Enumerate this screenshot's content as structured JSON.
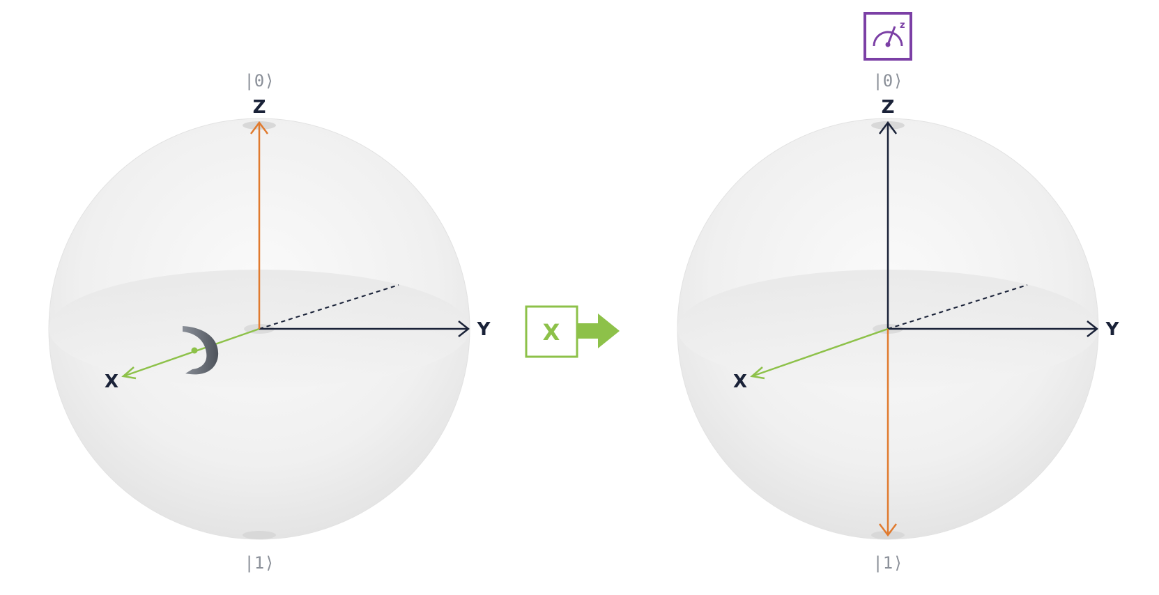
{
  "colors": {
    "axis": "#1a2238",
    "state_vector": "#e07a2e",
    "x_axis": "#8dc149",
    "gate": "#8dc149",
    "measure": "#7b3fa5",
    "ket_text": "#8a8f98",
    "rotation_icon": "#6b7078"
  },
  "spheres": [
    {
      "ket_top": "|0⟩",
      "ket_bottom": "|1⟩",
      "axis_z": "Z",
      "axis_y": "Y",
      "axis_x": "X",
      "state": "|0⟩",
      "state_direction": "up"
    },
    {
      "ket_top": "|0⟩",
      "ket_bottom": "|1⟩",
      "axis_z": "Z",
      "axis_y": "Y",
      "axis_x": "X",
      "state": "|1⟩",
      "state_direction": "down"
    }
  ],
  "gate": {
    "label": "X"
  },
  "measurement": {
    "basis": "z",
    "icon": "measure-z-icon"
  }
}
